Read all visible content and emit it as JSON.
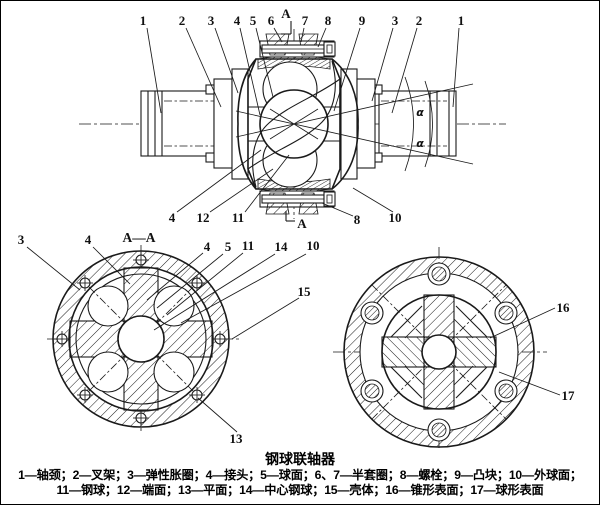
{
  "figure": {
    "title": "钢球联轴器",
    "legend_line1": "1—轴颈；2—叉架；3—弹性胀圈；4—接头；5—球面；6、7—半套圈；8—螺栓；9—凸块；10—外球面；",
    "legend_line2": "11—钢球；12—端面；13—平面；14—中心钢球；15—壳体；16—锥形表面；17—球形表面"
  },
  "section": {
    "cut_label_top": "A",
    "cut_label_bottom": "A",
    "view_title": "A—A",
    "angle_symbol_upper": "α",
    "angle_symbol_lower": "α"
  },
  "callouts": {
    "main_top": [
      "1",
      "2",
      "3",
      "4",
      "5",
      "6",
      "7",
      "8",
      "9",
      "3",
      "2",
      "1"
    ],
    "main_bottom": [
      "4",
      "12",
      "11",
      "8",
      "10"
    ],
    "section_left": [
      "3",
      "4",
      "4",
      "5",
      "11",
      "14",
      "10",
      "15",
      "13"
    ],
    "section_right": [
      "16",
      "17"
    ]
  },
  "colors": {
    "line_color": "#1a1a1a",
    "background": "#ffffff"
  }
}
